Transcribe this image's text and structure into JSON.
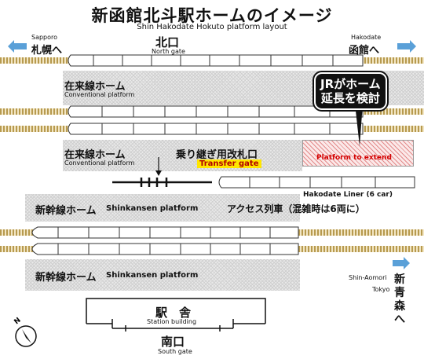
{
  "title": "新函館北斗駅ホームのイメージ",
  "subtitle": "Shin Hakodate Hokuto platform layout",
  "directions": {
    "sapporo_en": "Sapporo",
    "sapporo_jp": "札幌へ",
    "hakodate_en": "Hakodate",
    "hakodate_jp": "函館へ",
    "shin_aomori_en": "Shin-Aomori",
    "tokyo_en": "Tokyo",
    "shin_aomori_jp": "新青森へ"
  },
  "north_gate": {
    "jp": "北口",
    "en": "North gate"
  },
  "south_gate": {
    "jp": "南口",
    "en": "South gate"
  },
  "station_building": {
    "jp": "駅　舎",
    "en": "Station building"
  },
  "platforms": {
    "conventional_1": {
      "jp": "在来線ホーム",
      "en": "Conventional platform"
    },
    "conventional_2": {
      "jp": "在来線ホーム",
      "en": "Conventional platform"
    },
    "shinkansen_1": {
      "jp": "新幹線ホーム",
      "en": "Shinkansen platform"
    },
    "shinkansen_2": {
      "jp": "新幹線ホーム",
      "en": "Shinkansen platform"
    }
  },
  "callout": {
    "line1": "JRがホーム",
    "line2": "延長を検討"
  },
  "platform_to_extend": "Platform to extend",
  "transfer_gate": {
    "jp": "乗り継ぎ用改札口",
    "en": "Transfer gate"
  },
  "liner": {
    "en": "Hakodate Liner (6 car)",
    "jp": "アクセス列車（混雑時は6両に）"
  },
  "colors": {
    "rail": "#b79a4f",
    "track_edge": "#ffffff",
    "arrow": "#5aa0d8",
    "callout_bg": "#111111",
    "extend_text": "#d40000",
    "transfer_bg": "#ffe600",
    "platform_hatch": "#cfcfcf"
  },
  "icons": {
    "compass": "compass-north-icon",
    "arrows": "direction-arrow-icon"
  }
}
